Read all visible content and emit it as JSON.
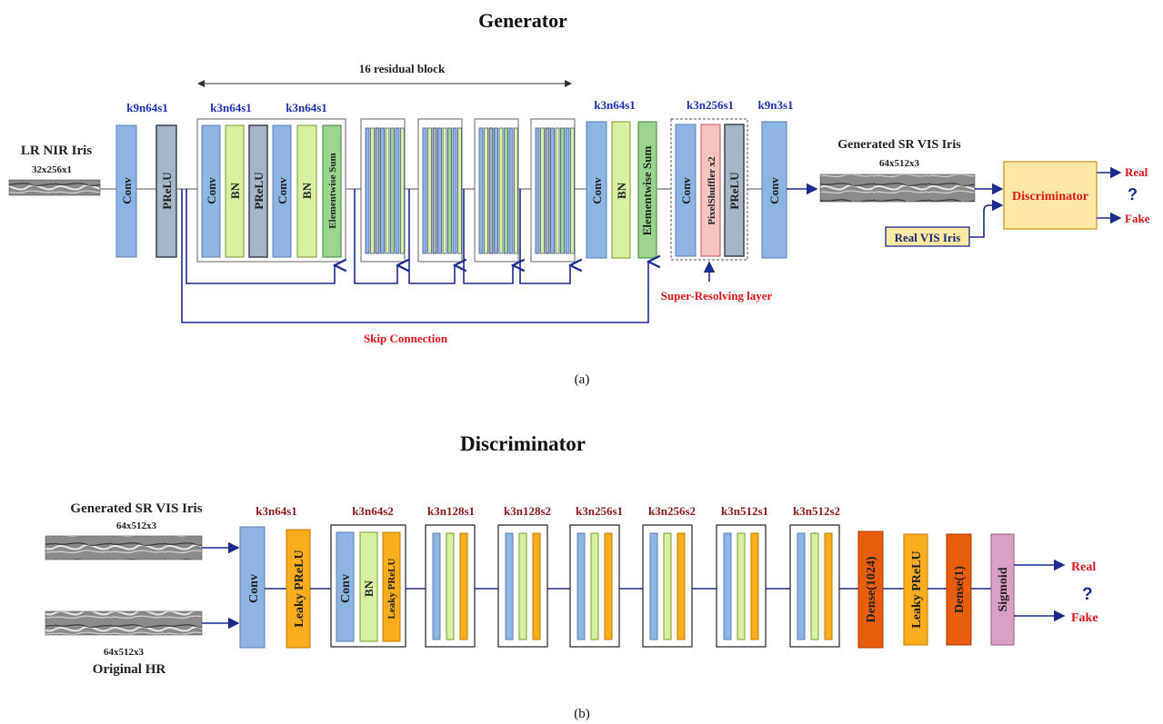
{
  "generator": {
    "title": "Generator",
    "caption": "(a)",
    "residual_label": "16 residual block",
    "input_label": "LR NIR Iris",
    "input_size": "32x256x1",
    "output_label": "Generated SR VIS Iris",
    "output_size": "64x512x3",
    "real_input_label": "Real VIS Iris",
    "discriminator_label": "Discriminator",
    "real_label": "Real",
    "fake_label": "Fake",
    "question": "?",
    "skip_label": "Skip Connection",
    "super_label": "Super-Resolving layer",
    "k_labels": {
      "k1": "k9n64s1",
      "k2": "k3n64s1",
      "k3": "k3n64s1",
      "k4": "k3n64s1",
      "k5": "k3n256s1",
      "k6": "k9n3s1"
    },
    "blocks": {
      "conv": "Conv",
      "prelu": "PReLU",
      "bn": "BN",
      "esum": "Elementwise Sum",
      "pixelshuffler": "PixelShuffler x2"
    }
  },
  "discriminator": {
    "title": "Discriminator",
    "caption": "(b)",
    "input1_label": "Generated SR VIS Iris",
    "input1_size": "64x512x3",
    "input2_size": "64x512x3",
    "input2_label": "Original  HR",
    "real_label": "Real",
    "fake_label": "Fake",
    "question": "?",
    "k_labels": {
      "k1": "k3n64s1",
      "k2": "k3n64s2",
      "k3": "k3n128s1",
      "k4": "k3n128s2",
      "k5": "k3n256s1",
      "k6": "k3n256s2",
      "k7": "k3n512s1",
      "k8": "k3n512s2"
    },
    "blocks": {
      "conv": "Conv",
      "leaky_prelu": "Leaky PReLU",
      "bn": "BN",
      "dense1024": "Dense(1024)",
      "dense1": "Dense(1)",
      "sigmoid": "Sigmoid"
    }
  },
  "colors": {
    "conv": "#8eb4e3",
    "prelu_gray": "#a6b6c6",
    "bn_green": "#d7f0a0",
    "esum_green": "#9bd391",
    "pixel_pink": "#f6c2c2",
    "orange": "#f9ad1c",
    "dark_orange": "#e95d0f",
    "sigmoid": "#d9a0c5",
    "line_blue": "#1d2b8f",
    "disc_box": "#fde9a6"
  }
}
